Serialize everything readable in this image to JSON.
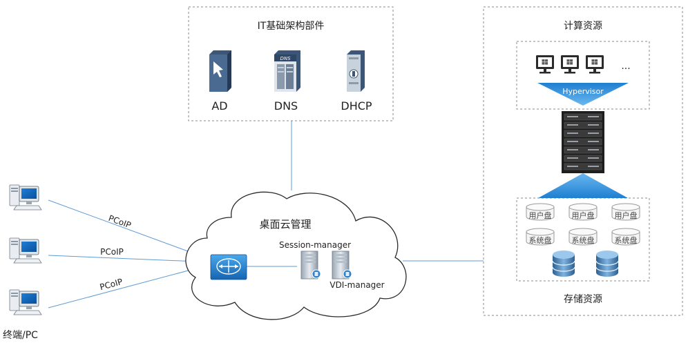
{
  "it_infra": {
    "title": "IT基础架构部件",
    "components": [
      "AD",
      "DNS",
      "DHCP"
    ],
    "dns_icon_text": "DNS"
  },
  "compute": {
    "title": "计算资源",
    "hypervisor": "Hypervisor",
    "ellipsis": "..."
  },
  "storage": {
    "title": "存储资源",
    "disks": [
      "用户盘",
      "用户盘",
      "用户盘",
      "系统盘",
      "系统盘",
      "系统盘"
    ]
  },
  "cloud": {
    "title": "桌面云管理",
    "session_manager": "Session-manager",
    "vdi_manager": "VDI-manager"
  },
  "terminals": {
    "label": "终端/PC",
    "protocol_labels": [
      "PCoIP",
      "PCoIP",
      "PCoIP"
    ]
  },
  "colors": {
    "accent_blue": "#3e8ed0",
    "line_blue": "#5d9bd5",
    "dashed_border": "#8a8a8a",
    "icon_navy": "#3c5678"
  }
}
